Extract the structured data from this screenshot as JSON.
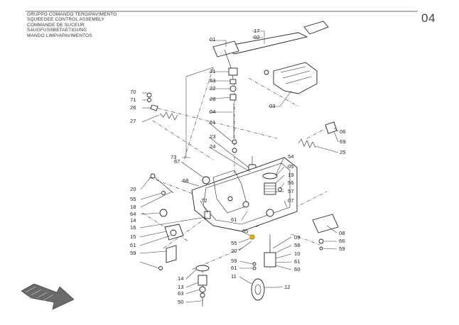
{
  "header": {
    "title_lines": [
      "GRUPPO COMANDO TERGIPAVIMENTO",
      "SQUEEGEE CONTROL ASSEMBLY",
      "COMMANDE DE SUCEUR",
      "SAUGFUSSBETAETIGUNG",
      "MANDO LIMPIAPAVIMENTOS"
    ],
    "page_number": "04"
  },
  "labels": [
    "17",
    "02",
    "01",
    "21",
    "53",
    "22",
    "28",
    "03",
    "70",
    "71",
    "26",
    "27",
    "04",
    "61",
    "06",
    "69",
    "23",
    "24",
    "25",
    "73",
    "54",
    "05",
    "19",
    "67",
    "68",
    "56",
    "57",
    "07",
    "20",
    "55",
    "18",
    "64",
    "14",
    "72",
    "61",
    "65",
    "08",
    "16",
    "15",
    "61",
    "59",
    "09",
    "58",
    "10",
    "55",
    "20",
    "66",
    "59",
    "61",
    "60",
    "59",
    "61",
    "11",
    "12",
    "14",
    "13",
    "63",
    "50"
  ],
  "colors": {
    "line": "#222222",
    "highlight": "#e8b800",
    "arrow": "#555555"
  },
  "icons": [
    "direction-arrow-icon"
  ]
}
